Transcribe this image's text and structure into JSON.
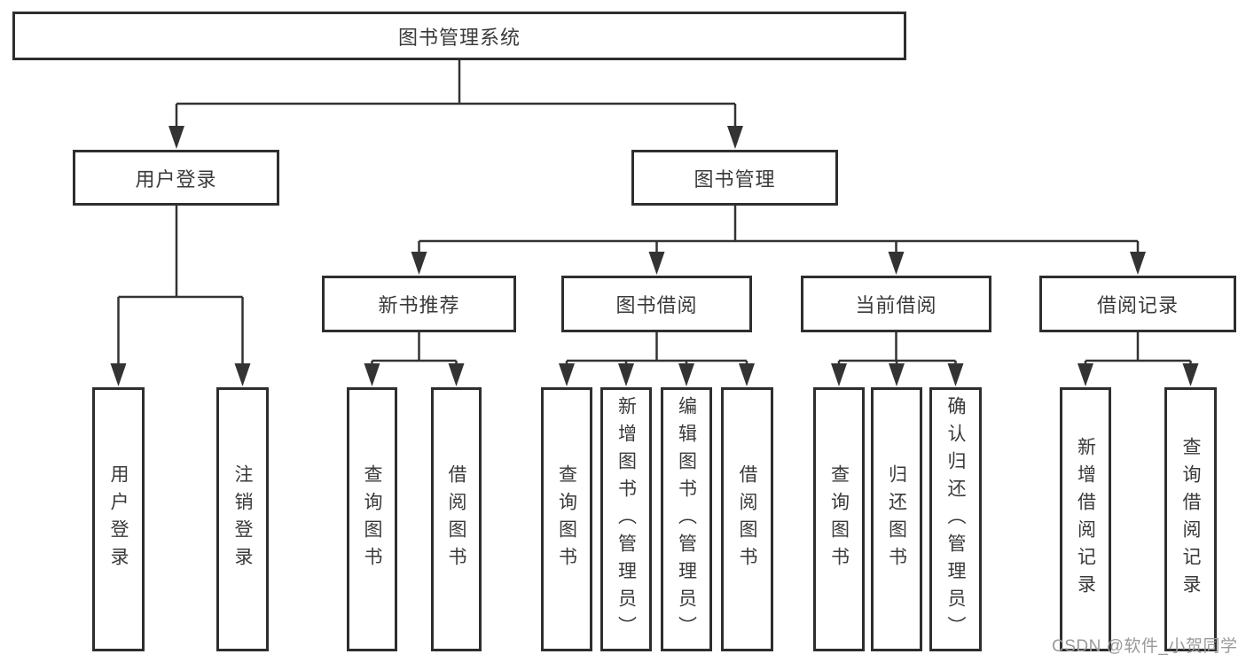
{
  "diagram": {
    "root": "图书管理系统",
    "branches": [
      {
        "label": "用户登录",
        "leaves": [
          "用户登录",
          "注销登录"
        ]
      },
      {
        "label": "图书管理",
        "sections": [
          {
            "label": "新书推荐",
            "leaves": [
              "查询图书",
              "借阅图书"
            ]
          },
          {
            "label": "图书借阅",
            "leaves": [
              "查询图书",
              "新增图书（管理员）",
              "编辑图书（管理员）",
              "借阅图书"
            ]
          },
          {
            "label": "当前借阅",
            "leaves": [
              "查询图书",
              "归还图书",
              "确认归还（管理员）"
            ]
          },
          {
            "label": "借阅记录",
            "leaves": [
              "新增借阅记录",
              "查询借阅记录"
            ]
          }
        ]
      }
    ]
  },
  "watermark": {
    "text": "CSDN @软件_小贺同学",
    "color": "#9a9a9a"
  },
  "colors": {
    "line": "#333333",
    "box_border": "#2e2e2e",
    "text": "#3a3a3a",
    "background": "#ffffff"
  }
}
